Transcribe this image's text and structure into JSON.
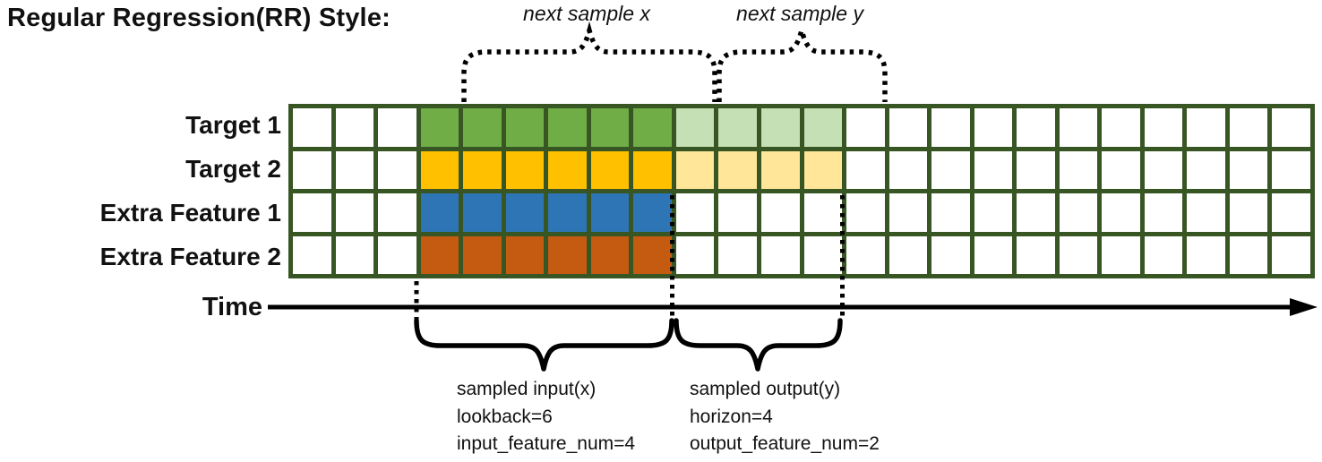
{
  "title": "Regular Regression(RR) Style:",
  "annotations": {
    "next_sample_x": "next sample x",
    "next_sample_y": "next sample y"
  },
  "time_label": "Time",
  "grid": {
    "columns": 24,
    "border_color": "#375623",
    "palette": {
      "w": "#FFFFFF",
      "g": "#70AD47",
      "lg": "#C5E0B4",
      "y": "#FFC000",
      "ly": "#FFE699",
      "b": "#2E75B6",
      "o": "#C55A11"
    },
    "rows": [
      {
        "label": "Target 1",
        "cells": [
          "w",
          "w",
          "w",
          "g",
          "g",
          "g",
          "g",
          "g",
          "g",
          "lg",
          "lg",
          "lg",
          "lg",
          "w",
          "w",
          "w",
          "w",
          "w",
          "w",
          "w",
          "w",
          "w",
          "w",
          "w"
        ]
      },
      {
        "label": "Target 2",
        "cells": [
          "w",
          "w",
          "w",
          "y",
          "y",
          "y",
          "y",
          "y",
          "y",
          "ly",
          "ly",
          "ly",
          "ly",
          "w",
          "w",
          "w",
          "w",
          "w",
          "w",
          "w",
          "w",
          "w",
          "w",
          "w"
        ]
      },
      {
        "label": "Extra Feature 1",
        "cells": [
          "w",
          "w",
          "w",
          "b",
          "b",
          "b",
          "b",
          "b",
          "b",
          "w",
          "w",
          "w",
          "w",
          "w",
          "w",
          "w",
          "w",
          "w",
          "w",
          "w",
          "w",
          "w",
          "w",
          "w"
        ]
      },
      {
        "label": "Extra Feature 2",
        "cells": [
          "w",
          "w",
          "w",
          "o",
          "o",
          "o",
          "o",
          "o",
          "o",
          "w",
          "w",
          "w",
          "w",
          "w",
          "w",
          "w",
          "w",
          "w",
          "w",
          "w",
          "w",
          "w",
          "w",
          "w"
        ]
      }
    ]
  },
  "input_annotation": {
    "lines": [
      "sampled input(x)",
      "lookback=6",
      "input_feature_num=4"
    ]
  },
  "output_annotation": {
    "lines": [
      "sampled output(y)",
      "horizon=4",
      "output_feature_num=2"
    ]
  }
}
